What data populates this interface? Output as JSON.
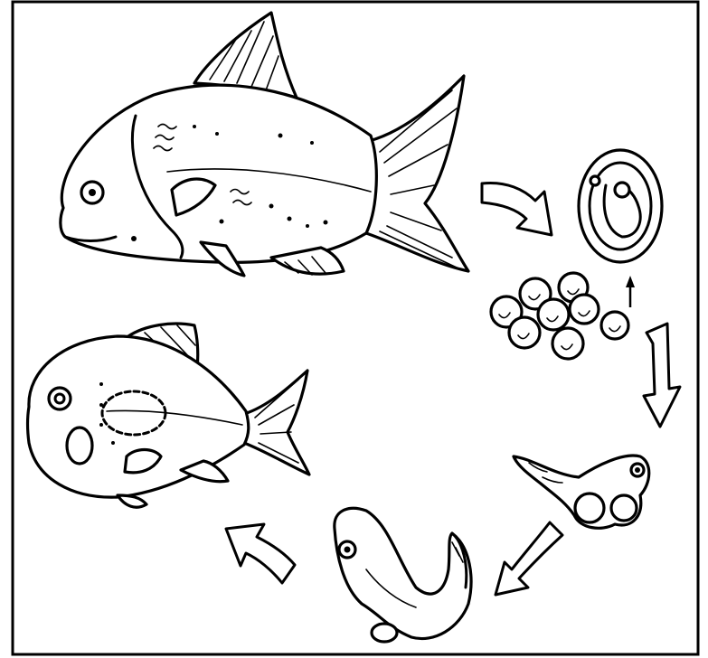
{
  "diagram": {
    "stages": [
      "adult-fish",
      "fertilized-egg",
      "egg-cluster",
      "larva",
      "fry",
      "juvenile-fish"
    ],
    "colors": {
      "ink": "#000000",
      "paper": "#ffffff"
    }
  }
}
